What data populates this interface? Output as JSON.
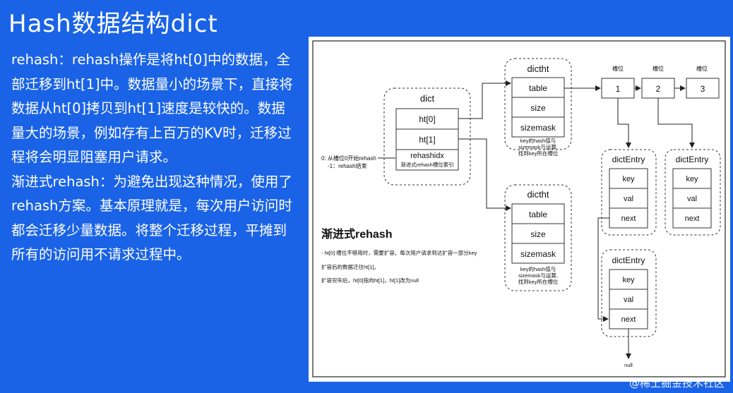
{
  "slide": {
    "title": "Hash数据结构dict",
    "paragraphs": [
      "rehash：rehash操作是将ht[0]中的数据，全部迁移到ht[1]中。数据量小的场景下，直接将数据从ht[0]拷贝到ht[1]速度是较快的。数据量大的场景，例如存有上百万的KV时，迁移过程将会明显阻塞用户请求。",
      "渐进式rehash：为避免出现这种情况，使用了rehash方案。基本原理就是，每次用户访问时都会迁移少量数据。将整个迁移过程，平摊到所有的访问用不请求过程中。"
    ]
  },
  "diagram": {
    "dict": {
      "title": "dict",
      "ht0": "ht[0]",
      "ht1": "ht[1]",
      "rehashidx": "rehashidx",
      "rehashidx_sub": "渐进式rehash槽位索引"
    },
    "rehashidx_note": [
      "0: 从槽位0开始rehash",
      "-1：rehash结束"
    ],
    "dictht": {
      "title": "dictht",
      "table": "table",
      "size": "size",
      "sizemask": "sizemask",
      "note": [
        "key的hash值与",
        "sizemask与运算,",
        "找到key所在槽位"
      ]
    },
    "slots": {
      "label": "槽位",
      "values": [
        "1",
        "2",
        "3"
      ]
    },
    "dictEntry": {
      "title": "dictEntry",
      "key": "key",
      "val": "val",
      "next": "next"
    },
    "null_label": "null",
    "progressive": {
      "heading": "渐进式rehash",
      "lines": [
        "- ht[0] 槽位不够用时，需要扩容。每次用户请求到达扩容一部分key",
        "扩容后的数据迁往ht[1]。",
        "扩容完毕后，ht[0]指向ht[1]，ht[1]改为null"
      ]
    }
  },
  "watermark": "@稀土掘金技术社区",
  "colors": {
    "background": "#1a63e6",
    "panel": "#ffffff",
    "line": "#222222"
  }
}
